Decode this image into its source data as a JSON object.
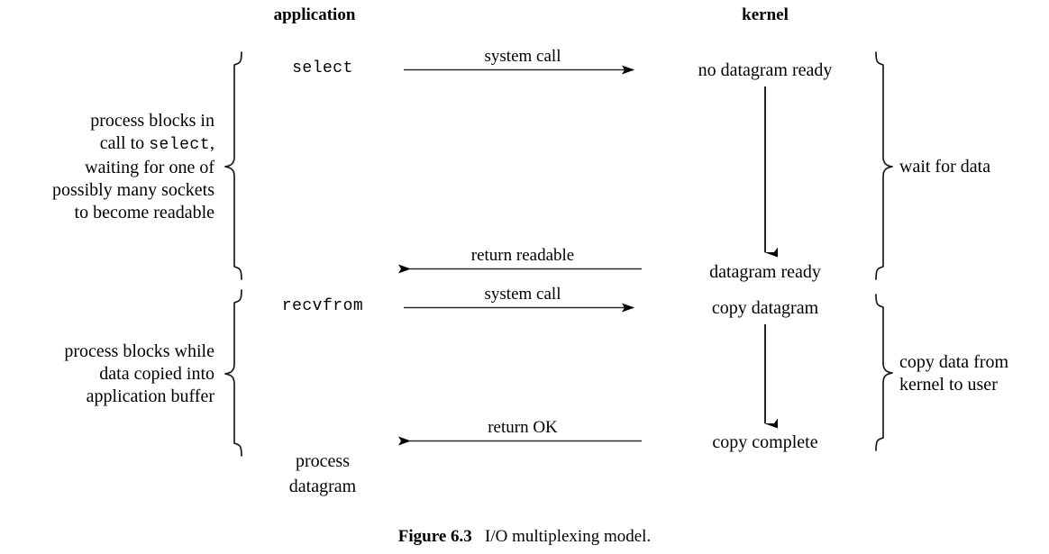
{
  "figure": {
    "caption_label": "Figure 6.3",
    "caption_text": "I/O multiplexing model.",
    "columns": {
      "application": "application",
      "kernel": "kernel"
    }
  },
  "application_column": {
    "call_select": "select",
    "call_recvfrom": "recvfrom",
    "process_line1": "process",
    "process_line2": "datagram"
  },
  "kernel_column": {
    "no_datagram_ready": "no datagram ready",
    "datagram_ready": "datagram ready",
    "copy_datagram": "copy datagram",
    "copy_complete": "copy complete"
  },
  "arrows": {
    "system_call_1": "system call",
    "return_readable": "return readable",
    "system_call_2": "system call",
    "return_ok": "return OK"
  },
  "left_annotations": {
    "block1_line1": "process blocks in",
    "block1_line2_pre": "call to ",
    "block1_line2_mono": "select",
    "block1_line2_post": ",",
    "block1_line3": "waiting for one of",
    "block1_line4": "possibly many sockets",
    "block1_line5": "to become readable",
    "block2_line1": "process blocks while",
    "block2_line2": "data copied into",
    "block2_line3": "application buffer"
  },
  "right_annotations": {
    "block1": "wait for data",
    "block2_line1": "copy data from",
    "block2_line2": "kernel to user"
  },
  "colors": {
    "ink": "#000000",
    "background": "#ffffff",
    "rule": "#1a1a1a"
  }
}
